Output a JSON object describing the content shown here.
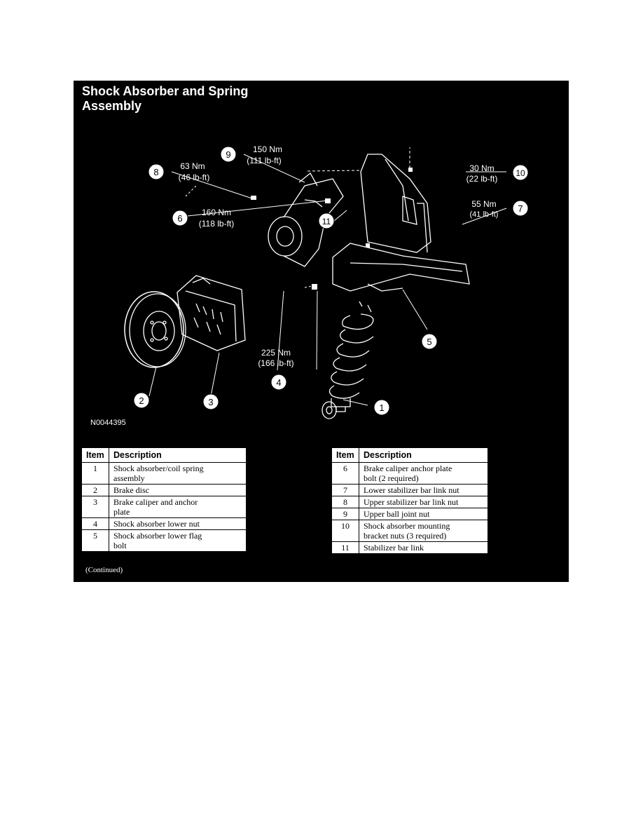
{
  "title_line1": "Shock Absorber and Spring",
  "title_line2": "Assembly",
  "figure_id": "N0044395",
  "continued": "(Continued)",
  "callouts": {
    "c1": {
      "num": "1"
    },
    "c2": {
      "num": "2"
    },
    "c3": {
      "num": "3"
    },
    "c4": {
      "num": "4",
      "torque_nm": "225 Nm",
      "torque_lbft": "(166 lb-ft)"
    },
    "c5": {
      "num": "5"
    },
    "c6": {
      "num": "6",
      "torque_nm": "160 Nm",
      "torque_lbft": "(118 lb-ft)"
    },
    "c7": {
      "num": "7",
      "torque_nm": "55 Nm",
      "torque_lbft": "(41 lb-ft)"
    },
    "c8": {
      "num": "8",
      "torque_nm": "63 Nm",
      "torque_lbft": "(46 lb-ft)"
    },
    "c9": {
      "num": "9",
      "torque_nm": "150 Nm",
      "torque_lbft": "(111 lb-ft)"
    },
    "c10": {
      "num": "10",
      "torque_nm": "30 Nm",
      "torque_lbft": "(22 lb-ft)"
    },
    "c11": {
      "num": "11"
    }
  },
  "table_headers": {
    "item": "Item",
    "description": "Description"
  },
  "table_left": [
    {
      "item": "1",
      "line1": "Shock absorber/coil spring",
      "line2": "assembly"
    },
    {
      "item": "2",
      "line1": "Brake disc",
      "line2": ""
    },
    {
      "item": "3",
      "line1": "Brake caliper and anchor",
      "line2": "plate"
    },
    {
      "item": "4",
      "line1": "Shock absorber lower nut",
      "line2": ""
    },
    {
      "item": "5",
      "line1": "Shock absorber lower flag",
      "line2": "bolt"
    }
  ],
  "table_right": [
    {
      "item": "6",
      "line1": "Brake caliper anchor plate",
      "line2": "bolt (2 required)"
    },
    {
      "item": "7",
      "line1": "Lower stabilizer bar link nut",
      "line2": ""
    },
    {
      "item": "8",
      "line1": "Upper stabilizer bar link nut",
      "line2": ""
    },
    {
      "item": "9",
      "line1": "Upper ball joint nut",
      "line2": ""
    },
    {
      "item": "10",
      "line1": "Shock absorber mounting",
      "line2": "bracket nuts (3 required)"
    },
    {
      "item": "11",
      "line1": "Stabilizer bar link",
      "line2": ""
    }
  ]
}
